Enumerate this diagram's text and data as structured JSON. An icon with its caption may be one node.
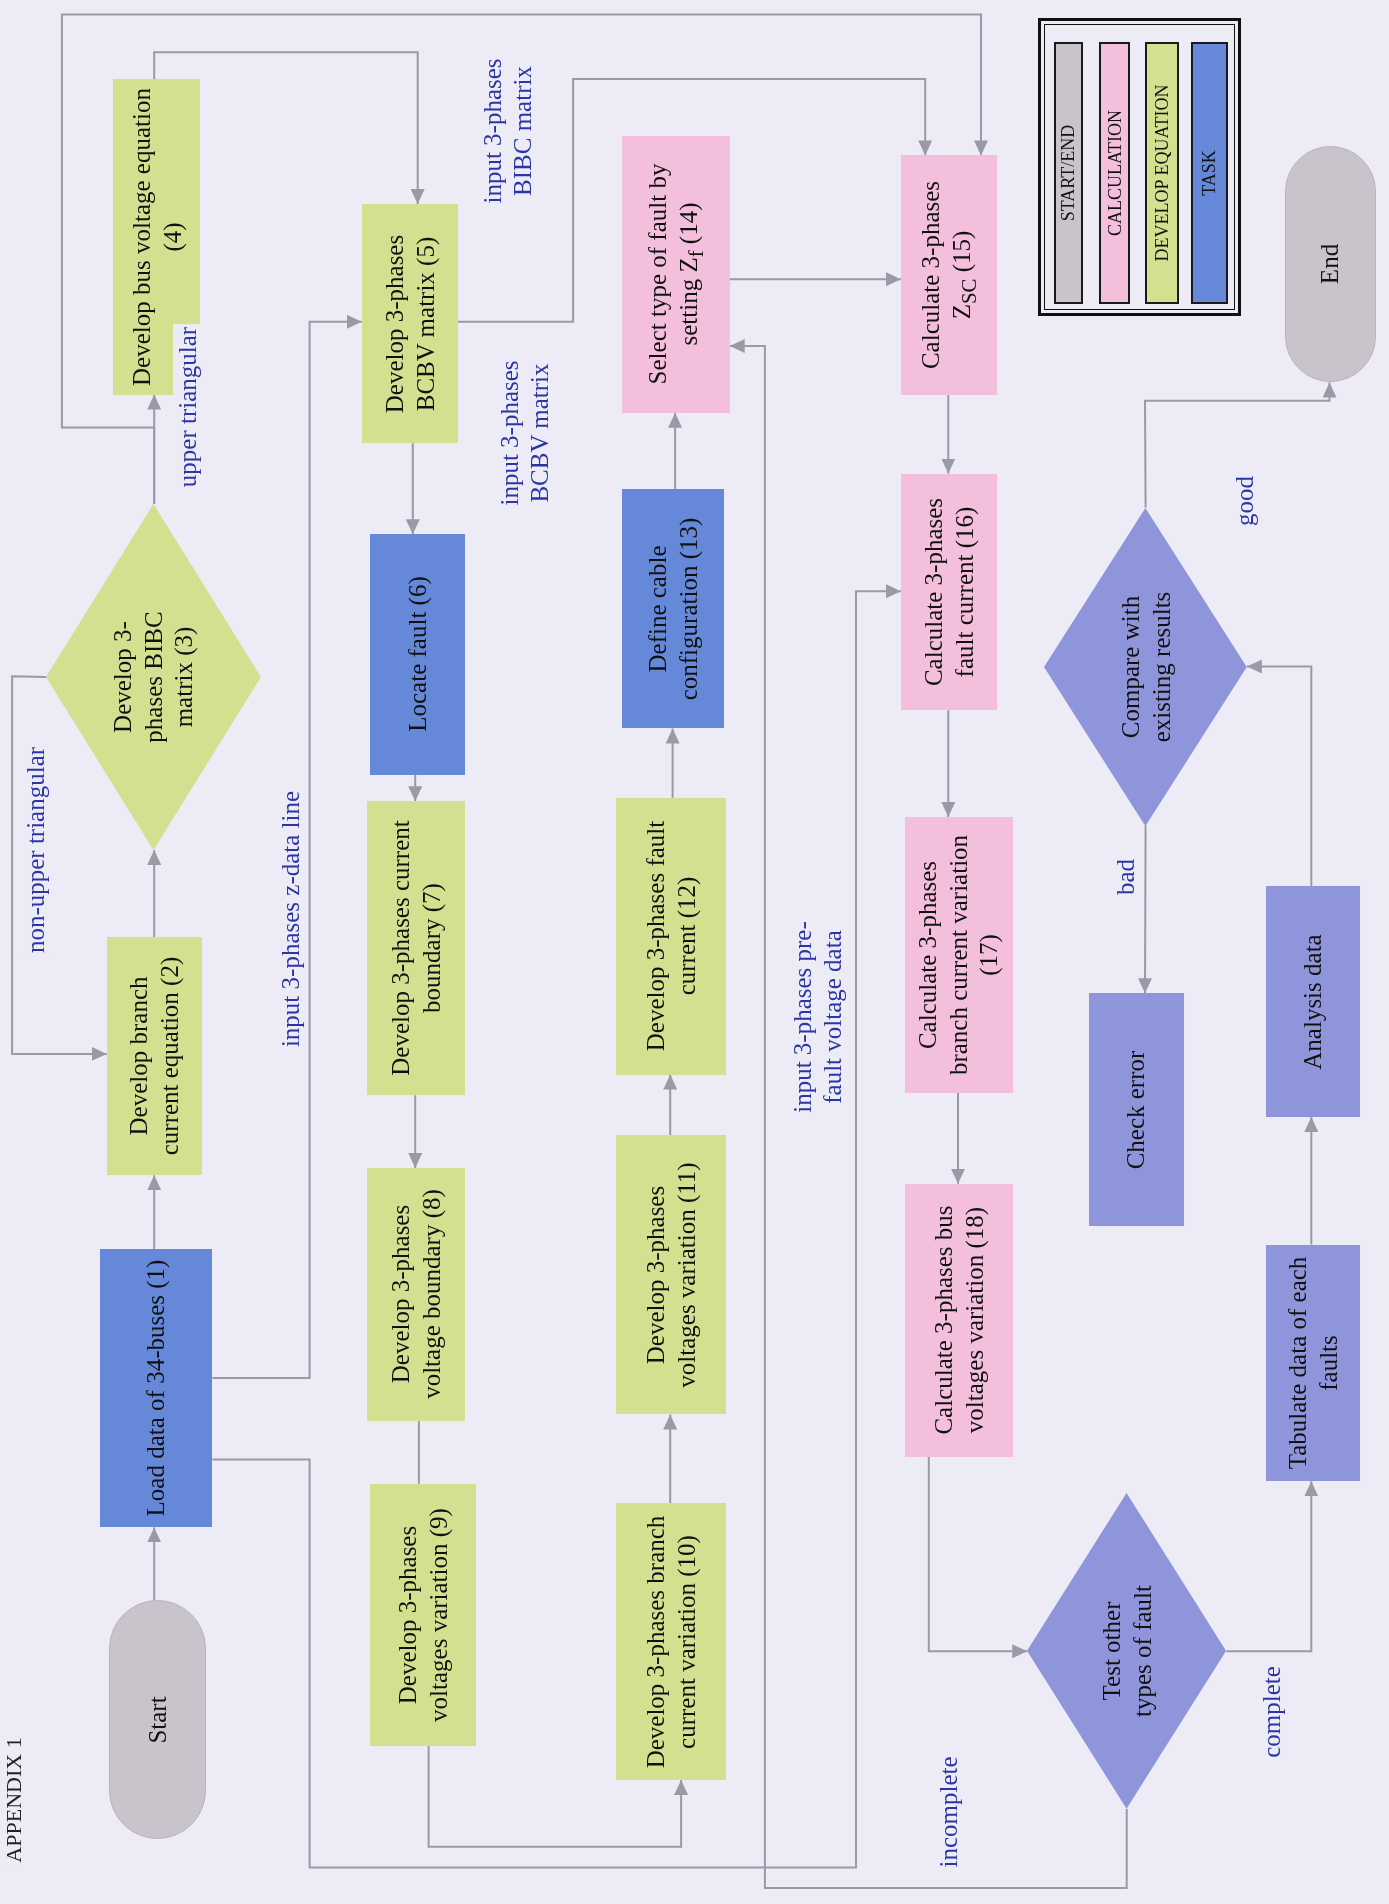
{
  "diagram": {
    "title": "APPENDIX 1",
    "nodes": [
      {
        "text": [
          "Start"
        ]
      },
      {
        "text": [
          "Load data of 34-buses (1)"
        ]
      },
      {
        "text": [
          "Develop branch current equation (2)"
        ]
      },
      {
        "text": [
          "Develop 3-phases BIBC matrix (3)"
        ]
      },
      {
        "text": [
          "Develop bus voltage equation (4)"
        ]
      },
      {
        "text": [
          "Develop 3-phases BCBV matrix (5)"
        ]
      },
      {
        "text": [
          "Locate fault (6)"
        ]
      },
      {
        "text": [
          "Develop 3-phases current boundary (7)"
        ]
      },
      {
        "text": [
          "Develop 3-phases voltage boundary (8)"
        ]
      },
      {
        "text": [
          "Develop 3-phases voltages variation (9)"
        ]
      },
      {
        "text": [
          "Develop 3-phases branch current variation (10)"
        ]
      },
      {
        "text": [
          "Develop 3-phases voltages variation (11)"
        ]
      },
      {
        "text": [
          "Develop 3-phases fault current (12)"
        ]
      },
      {
        "text": [
          "Define cable configuration (13)"
        ]
      },
      {
        "text": [
          "Select type of fault by setting Z$_{f}$ (14)"
        ]
      },
      {
        "text": [
          "Calculate 3-phases Z$_{SC}$ (15)"
        ]
      },
      {
        "text": [
          "Calculate 3-phases fault current (16)"
        ]
      },
      {
        "text": [
          "Calculate 3-phases branch current variation (17)"
        ]
      },
      {
        "text": [
          "Calculate 3-phases bus voltages variation (18)"
        ]
      },
      {
        "text": [
          "Test other types of fault"
        ]
      },
      {
        "text": [
          "Check error"
        ]
      },
      {
        "text": [
          "Compare with existing results"
        ]
      },
      {
        "text": [
          "Tabulate data of each faults"
        ]
      },
      {
        "text": [
          "Analysis data"
        ]
      },
      {
        "text": [
          "End"
        ]
      }
    ],
    "edges": [
      {
        "from": 0,
        "to": 1,
        "arrow": "to"
      },
      {
        "from": 1,
        "to": 2,
        "arrow": "to"
      },
      {
        "from": 2,
        "to": 3,
        "arrow": "to"
      },
      {
        "from": 3,
        "to": 4,
        "arrow": "to",
        "label": "upper triangular"
      },
      {
        "from": 3,
        "to": 2,
        "arrow": "to",
        "label": "non-upper triangular"
      },
      {
        "from": 3,
        "to": 15,
        "arrow": "to",
        "label": "input 3-phases BIBC matrix"
      },
      {
        "from": 4,
        "to": 5,
        "arrow": "to"
      },
      {
        "from": 1,
        "to": 5,
        "arrow": "to",
        "label": "input 3-phases z-data line"
      },
      {
        "from": 1,
        "to": 16,
        "arrow": "to",
        "label": "input 3-phases pre-fault voltage data"
      },
      {
        "from": 5,
        "to": 6,
        "arrow": "to"
      },
      {
        "from": 5,
        "to": 15,
        "arrow": "to",
        "label": "input 3-phases BCBV matrix"
      },
      {
        "from": 6,
        "to": 7,
        "arrow": "to"
      },
      {
        "from": 7,
        "to": 8,
        "arrow": "to"
      },
      {
        "from": 8,
        "to": 9,
        "arrow": "none"
      },
      {
        "from": 9,
        "to": 10,
        "arrow": "to"
      },
      {
        "from": 10,
        "to": 11,
        "arrow": "to"
      },
      {
        "from": 11,
        "to": 12,
        "arrow": "to"
      },
      {
        "from": 12,
        "to": 13,
        "arrow": "to"
      },
      {
        "from": 13,
        "to": 14,
        "arrow": "to"
      },
      {
        "from": 14,
        "to": 15,
        "arrow": "to"
      },
      {
        "from": 15,
        "to": 16,
        "arrow": "to"
      },
      {
        "from": 16,
        "to": 17,
        "arrow": "to"
      },
      {
        "from": 17,
        "to": 18,
        "arrow": "to"
      },
      {
        "from": 18,
        "to": 19,
        "arrow": "to"
      },
      {
        "from": 19,
        "to": 22,
        "arrow": "to",
        "label": "complete"
      },
      {
        "from": 19,
        "to": 14,
        "arrow": "to",
        "label": "incomplete"
      },
      {
        "from": 22,
        "to": 23,
        "arrow": "to"
      },
      {
        "from": 23,
        "to": 21,
        "arrow": "to"
      },
      {
        "from": 21,
        "to": 20,
        "arrow": "to",
        "label": "bad"
      },
      {
        "from": 21,
        "to": 24,
        "arrow": "to",
        "label": "good"
      }
    ],
    "legend": [
      {
        "text": "START/END",
        "color": "#c9c3cc"
      },
      {
        "text": "CALCULATION",
        "color": "#f4bfdc"
      },
      {
        "text": "DEVELOP EQUATION",
        "color": "#d2e08f"
      },
      {
        "text": "TASK",
        "color": "#6688d8"
      }
    ]
  }
}
